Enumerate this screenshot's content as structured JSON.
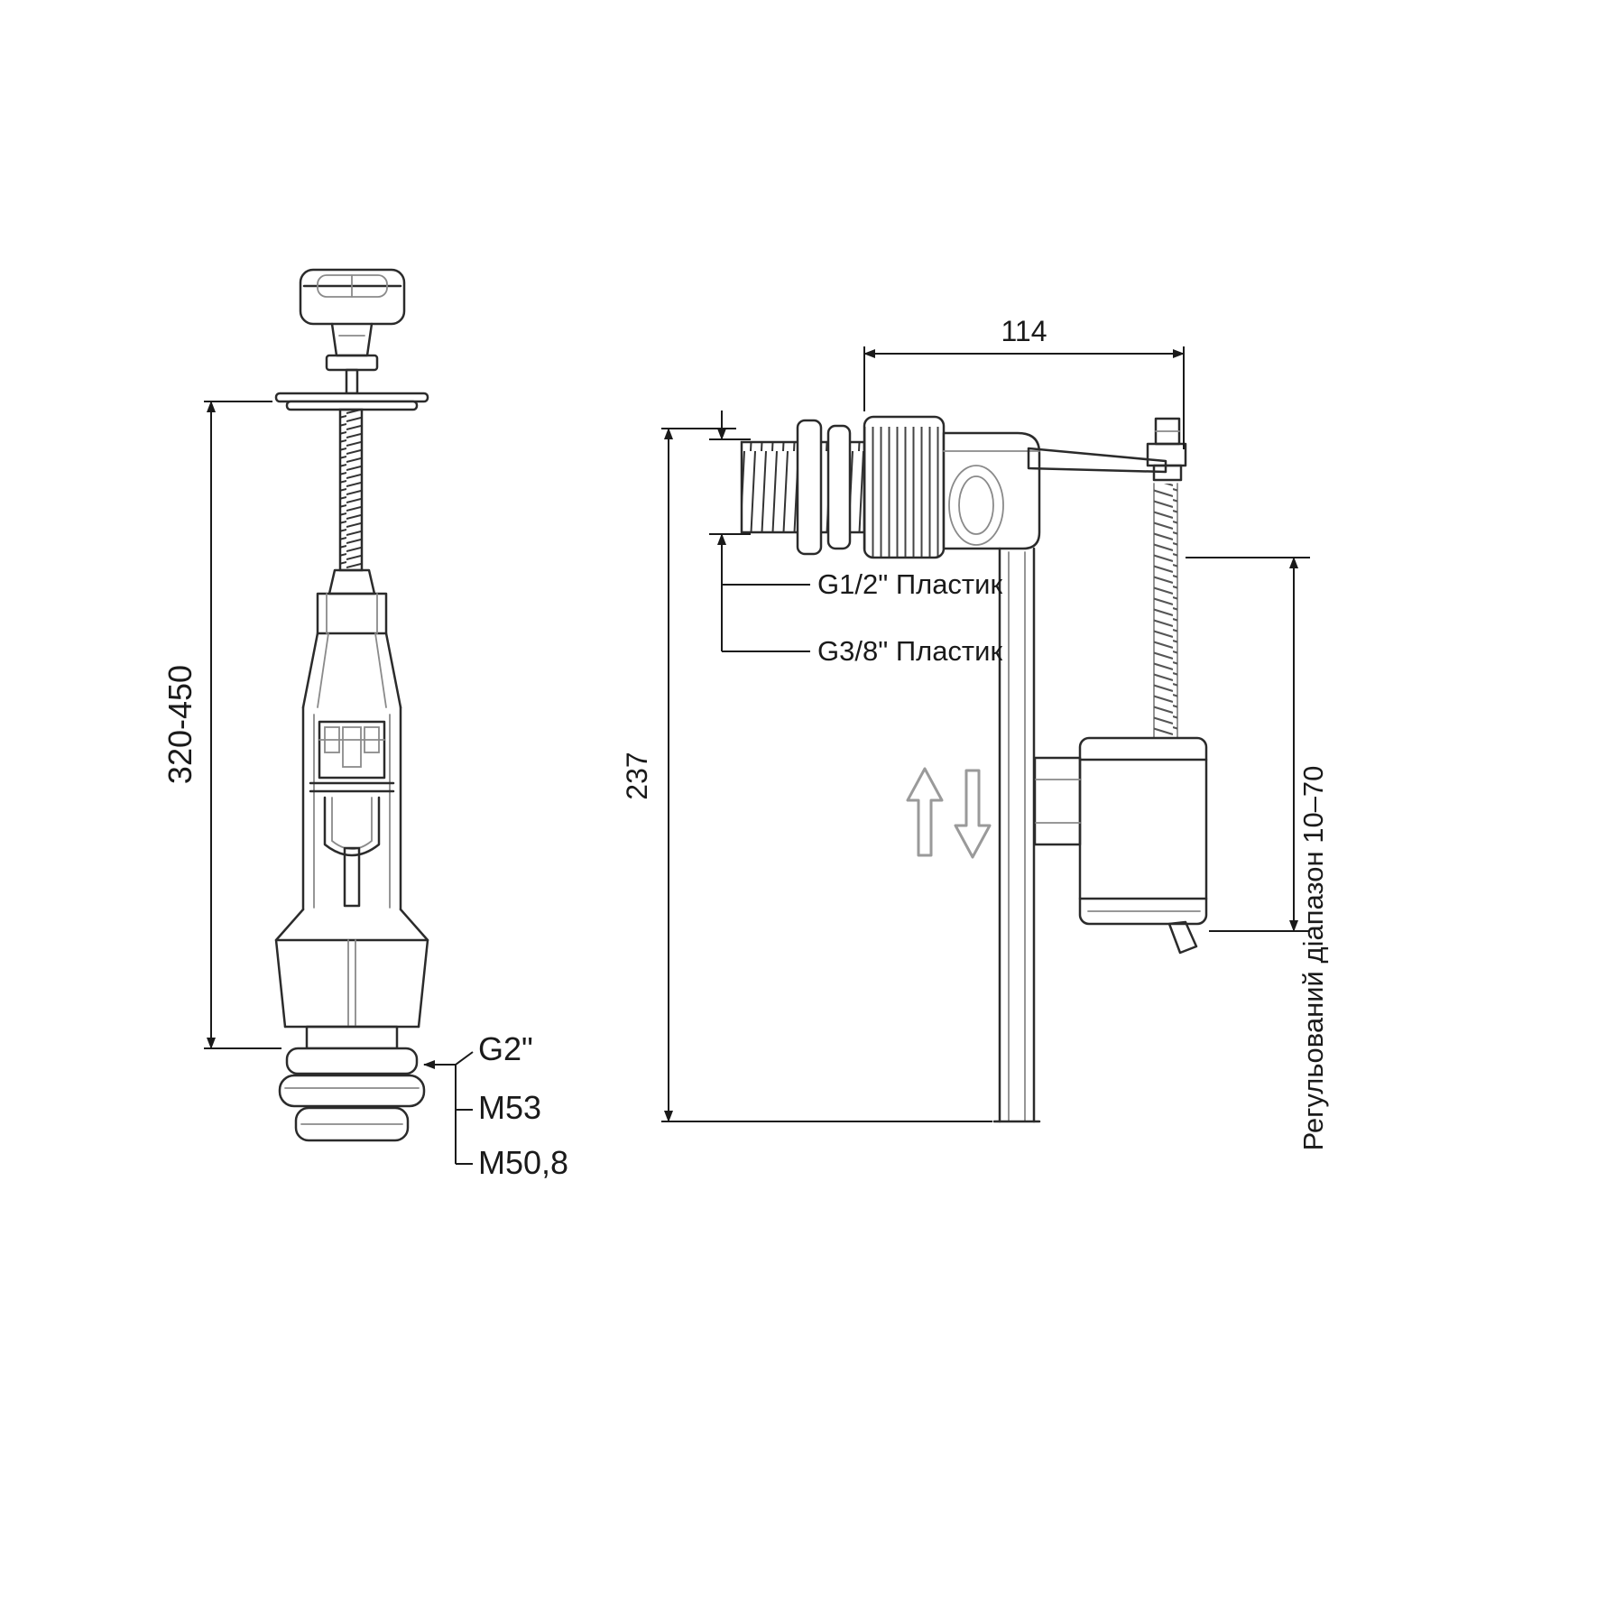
{
  "colors": {
    "background": "#ffffff",
    "line": "#2b2b2b",
    "light_line": "#8a8a8a",
    "dimension": "#1a1a1a",
    "ghost_arrow": "#9a9a9a"
  },
  "flush_valve": {
    "height_dim": "320-450",
    "thread_labels": [
      "G2\"",
      "M53",
      "M50,8"
    ]
  },
  "fill_valve": {
    "width_dim": "114",
    "height_dim": "237",
    "inlet_label_top": "G1/2\" Пластик",
    "inlet_label_bottom": "G3/8\" Пластик",
    "adjust_label": "Регульований діапазон 10–70"
  }
}
